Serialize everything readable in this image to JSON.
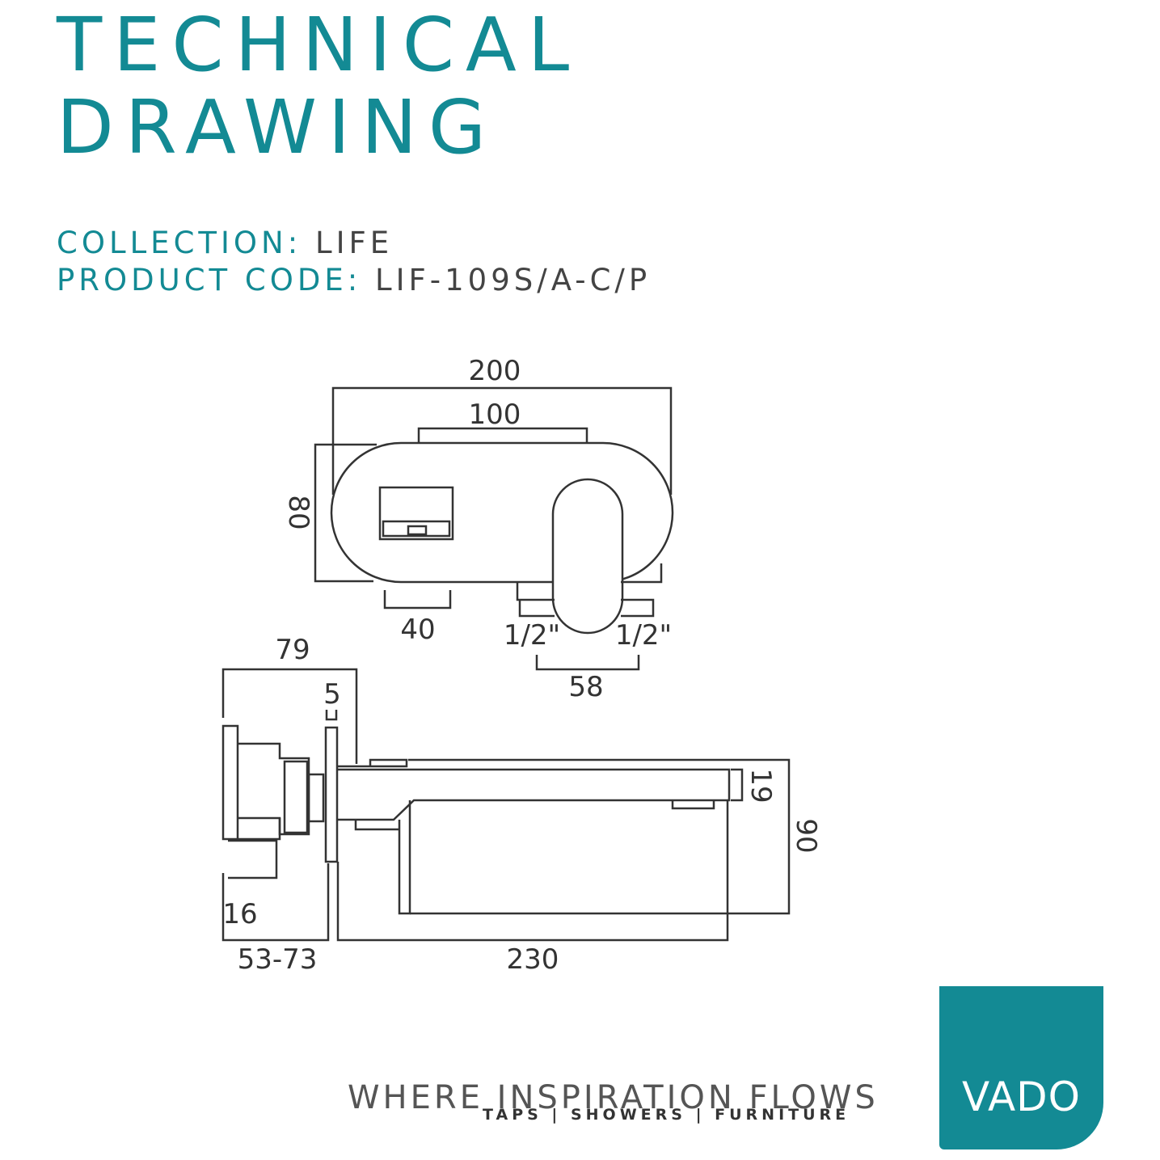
{
  "title": {
    "line1": "TECHNICAL",
    "line2": "DRAWING"
  },
  "meta": {
    "collection_label": "COLLECTION:",
    "collection_value": "LIFE",
    "code_label": "PRODUCT CODE:",
    "code_value": "LIF-109S/A-C/P"
  },
  "dimensions": {
    "top_view": {
      "overall_width": "200",
      "plate_center_width": "100",
      "height": "80",
      "outlet_width": "40",
      "inlet_left": "1/2\"",
      "inlet_right": "1/2\"",
      "inlet_spacing": "58"
    },
    "side_view": {
      "overall_depth": "79",
      "plate_thickness": "5",
      "spout_height": "19",
      "overall_height": "90",
      "valve_offset": "16",
      "wall_range": "53-73",
      "spout_projection": "230"
    }
  },
  "footer": {
    "tagline": "WHERE INSPIRATION FLOWS",
    "subline": "TAPS | SHOWERS | FURNITURE",
    "logo": "VADO"
  },
  "colors": {
    "accent": "#138a94",
    "line": "#333333",
    "text": "#444444"
  }
}
